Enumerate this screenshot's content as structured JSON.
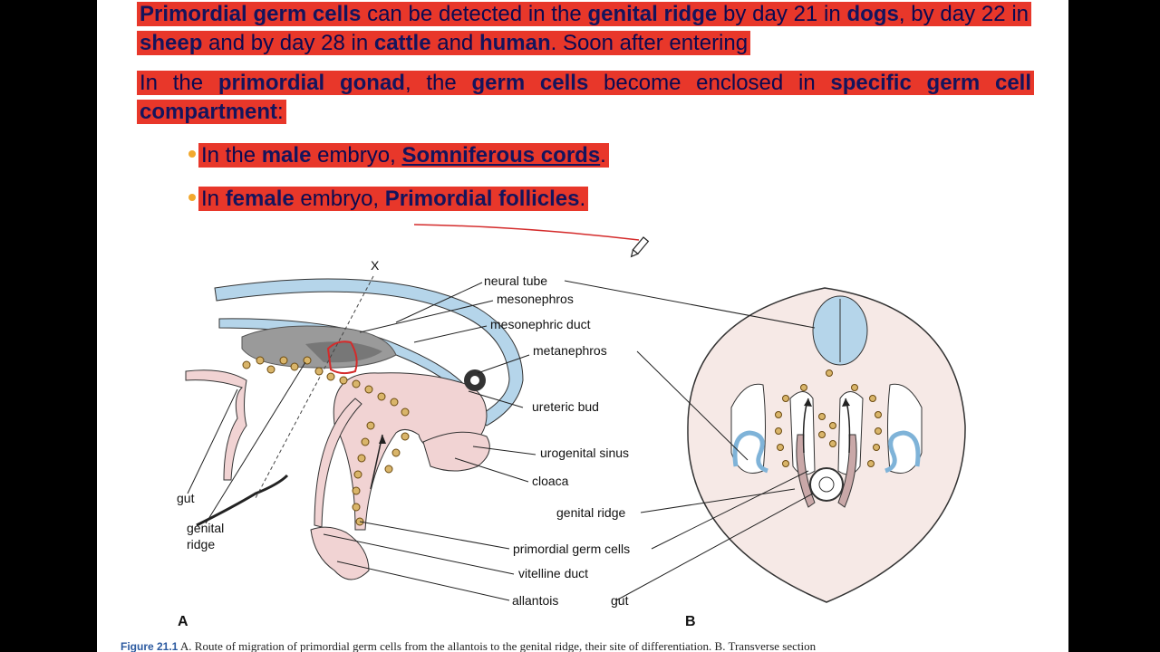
{
  "bullets": {
    "b1": {
      "p1": "Primordial germ cells",
      "p2": " can be detected in the ",
      "p3": "genital ridge",
      "p4": " by day 21 in ",
      "p5": "dogs",
      "p6": ", by day 22 in ",
      "p7": "sheep",
      "p8": " and by day 28 in ",
      "p9": "cattle",
      "p10": " and ",
      "p11": "human",
      "p12": ". Soon after entering"
    },
    "b2": {
      "p1": "In the ",
      "p2": "primordial gonad",
      "p3": ", the ",
      "p4": "germ cells",
      "p5": " become enclosed in ",
      "p6": "specific germ cell compartment",
      "p7": ":"
    },
    "b3": {
      "p1": "In the ",
      "p2": "male",
      "p3": " embryo, ",
      "p4": "Somniferous cords",
      "p5": "."
    },
    "b4": {
      "p1": "In ",
      "p2": "female",
      "p3": " embryo, ",
      "p4": "Primordial follicles",
      "p5": "."
    }
  },
  "figure": {
    "labels": {
      "x": "X",
      "neural_tube": "neural tube",
      "mesonephros": "mesonephros",
      "mesonephric_duct": "mesonephric duct",
      "metanephros": "metanephros",
      "ureteric_bud": "ureteric bud",
      "urogenital_sinus": "urogenital sinus",
      "cloaca": "cloaca",
      "gut_a": "gut",
      "genital": "genital",
      "ridge": "ridge",
      "genital_ridge_b": "genital ridge",
      "primordial_germ_cells": "primordial germ cells",
      "vitelline_duct": "vitelline duct",
      "allantois": "allantois",
      "gut_b": "gut",
      "panel_a": "A",
      "panel_b": "B"
    },
    "caption_prefix": "Figure 21.1",
    "caption_text": " A. Route of migration of primordial germ cells from the allantois to the genital ridge, their site of differentiation. B. Transverse section"
  },
  "colors": {
    "highlight": "#e8372a",
    "bullet": "#f2a82e",
    "tissue_pink": "#f1d3d3",
    "neural_blue": "#b5d5ea",
    "germ_cell": "#d9b56a",
    "annotation": "#d42b2b"
  },
  "icons": {
    "cursor": "pencil-cursor-icon"
  }
}
